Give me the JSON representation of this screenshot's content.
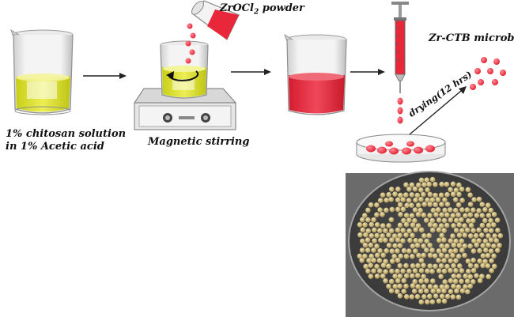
{
  "labels": {
    "step1_line1": "1% chitosan solution",
    "step1_line2": "in 1% Acetic acid",
    "step2": "Magnetic stirring",
    "powder_prefix": "ZrOCl",
    "powder_sub": "2",
    "powder_suffix": " powder",
    "product": "Zr-CTB microballs",
    "drying": "drying(12 hrs)"
  },
  "colors": {
    "chitosan_yellow": "#e3e51f",
    "red": "#e8283a",
    "photo_bg": "#6b6b6b"
  }
}
